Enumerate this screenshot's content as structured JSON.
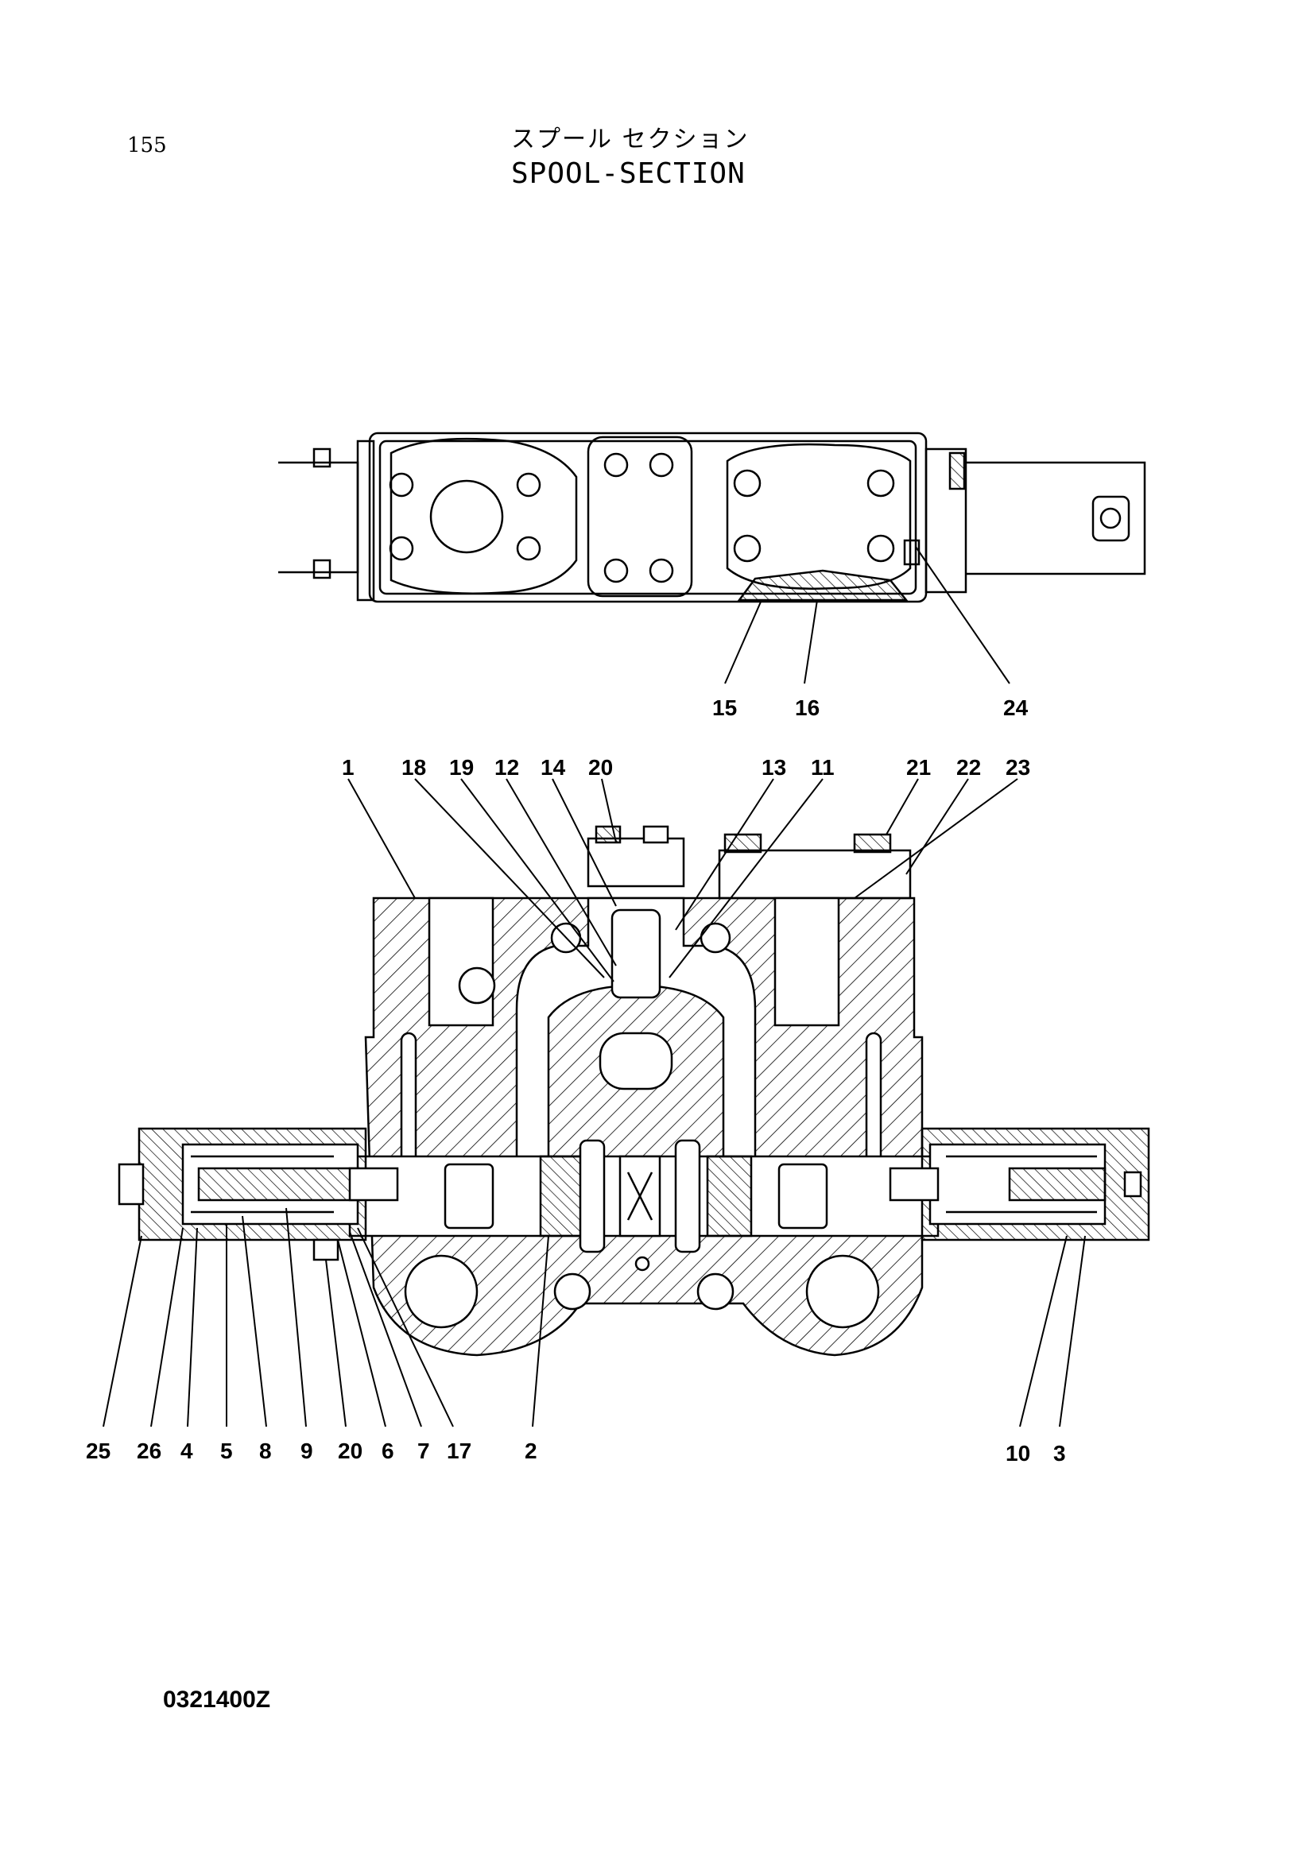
{
  "header": {
    "page_number": "155",
    "title_japanese": "スプール セクション",
    "title_english": "SPOOL-SECTION"
  },
  "footer": {
    "drawing_code": "0321400Z"
  },
  "top_view": {
    "callouts": [
      {
        "id": "c15",
        "label": "15"
      },
      {
        "id": "c16",
        "label": "16"
      },
      {
        "id": "c24",
        "label": "24"
      }
    ]
  },
  "section_view": {
    "callouts_top": [
      {
        "id": "t1",
        "label": "1"
      },
      {
        "id": "t18",
        "label": "18"
      },
      {
        "id": "t19",
        "label": "19"
      },
      {
        "id": "t12",
        "label": "12"
      },
      {
        "id": "t14",
        "label": "14"
      },
      {
        "id": "t20",
        "label": "20"
      },
      {
        "id": "t13",
        "label": "13"
      },
      {
        "id": "t11",
        "label": "11"
      },
      {
        "id": "t21",
        "label": "21"
      },
      {
        "id": "t22",
        "label": "22"
      },
      {
        "id": "t23",
        "label": "23"
      }
    ],
    "callouts_bottom": [
      {
        "id": "b25",
        "label": "25"
      },
      {
        "id": "b26",
        "label": "26"
      },
      {
        "id": "b4",
        "label": "4"
      },
      {
        "id": "b5",
        "label": "5"
      },
      {
        "id": "b8",
        "label": "8"
      },
      {
        "id": "b9",
        "label": "9"
      },
      {
        "id": "b20",
        "label": "20"
      },
      {
        "id": "b6",
        "label": "6"
      },
      {
        "id": "b7",
        "label": "7"
      },
      {
        "id": "b17",
        "label": "17"
      },
      {
        "id": "b2",
        "label": "2"
      },
      {
        "id": "b10",
        "label": "10"
      },
      {
        "id": "b3",
        "label": "3"
      }
    ]
  }
}
